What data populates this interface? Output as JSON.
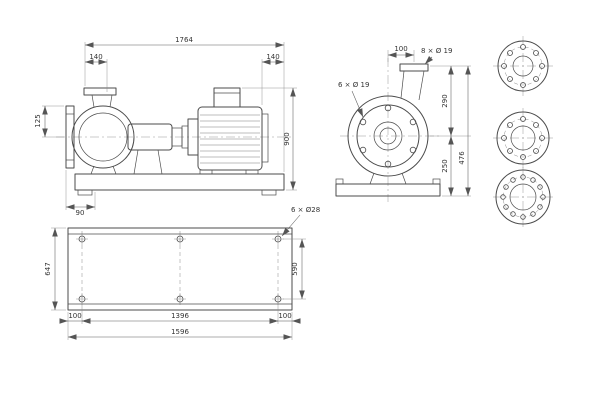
{
  "page": {
    "background": "#ffffff",
    "line_color": "#4b4b4b"
  },
  "side_view": {
    "dim_overall_length": "1764",
    "dim_flange_offset_left": "140",
    "dim_motor_offset_right": "140",
    "dim_left_height": "125",
    "dim_overall_height": "900",
    "dim_base_edge": "90"
  },
  "end_view": {
    "dim_discharge_offset": "100",
    "label_discharge_bolts": "8 × Ø 19",
    "label_suction_bolts": "6 × Ø 19",
    "dim_upper_height": "290",
    "dim_lower_height": "250",
    "dim_total_height": "476"
  },
  "plan_view": {
    "label_foundation_bolts": "6 × Ø28",
    "dim_base_width": "647",
    "dim_bolt_spacing_width": "590",
    "dim_edge_left": "100",
    "dim_bolt_spacing_length": "1396",
    "dim_edge_right": "100",
    "dim_base_length": "1596"
  }
}
